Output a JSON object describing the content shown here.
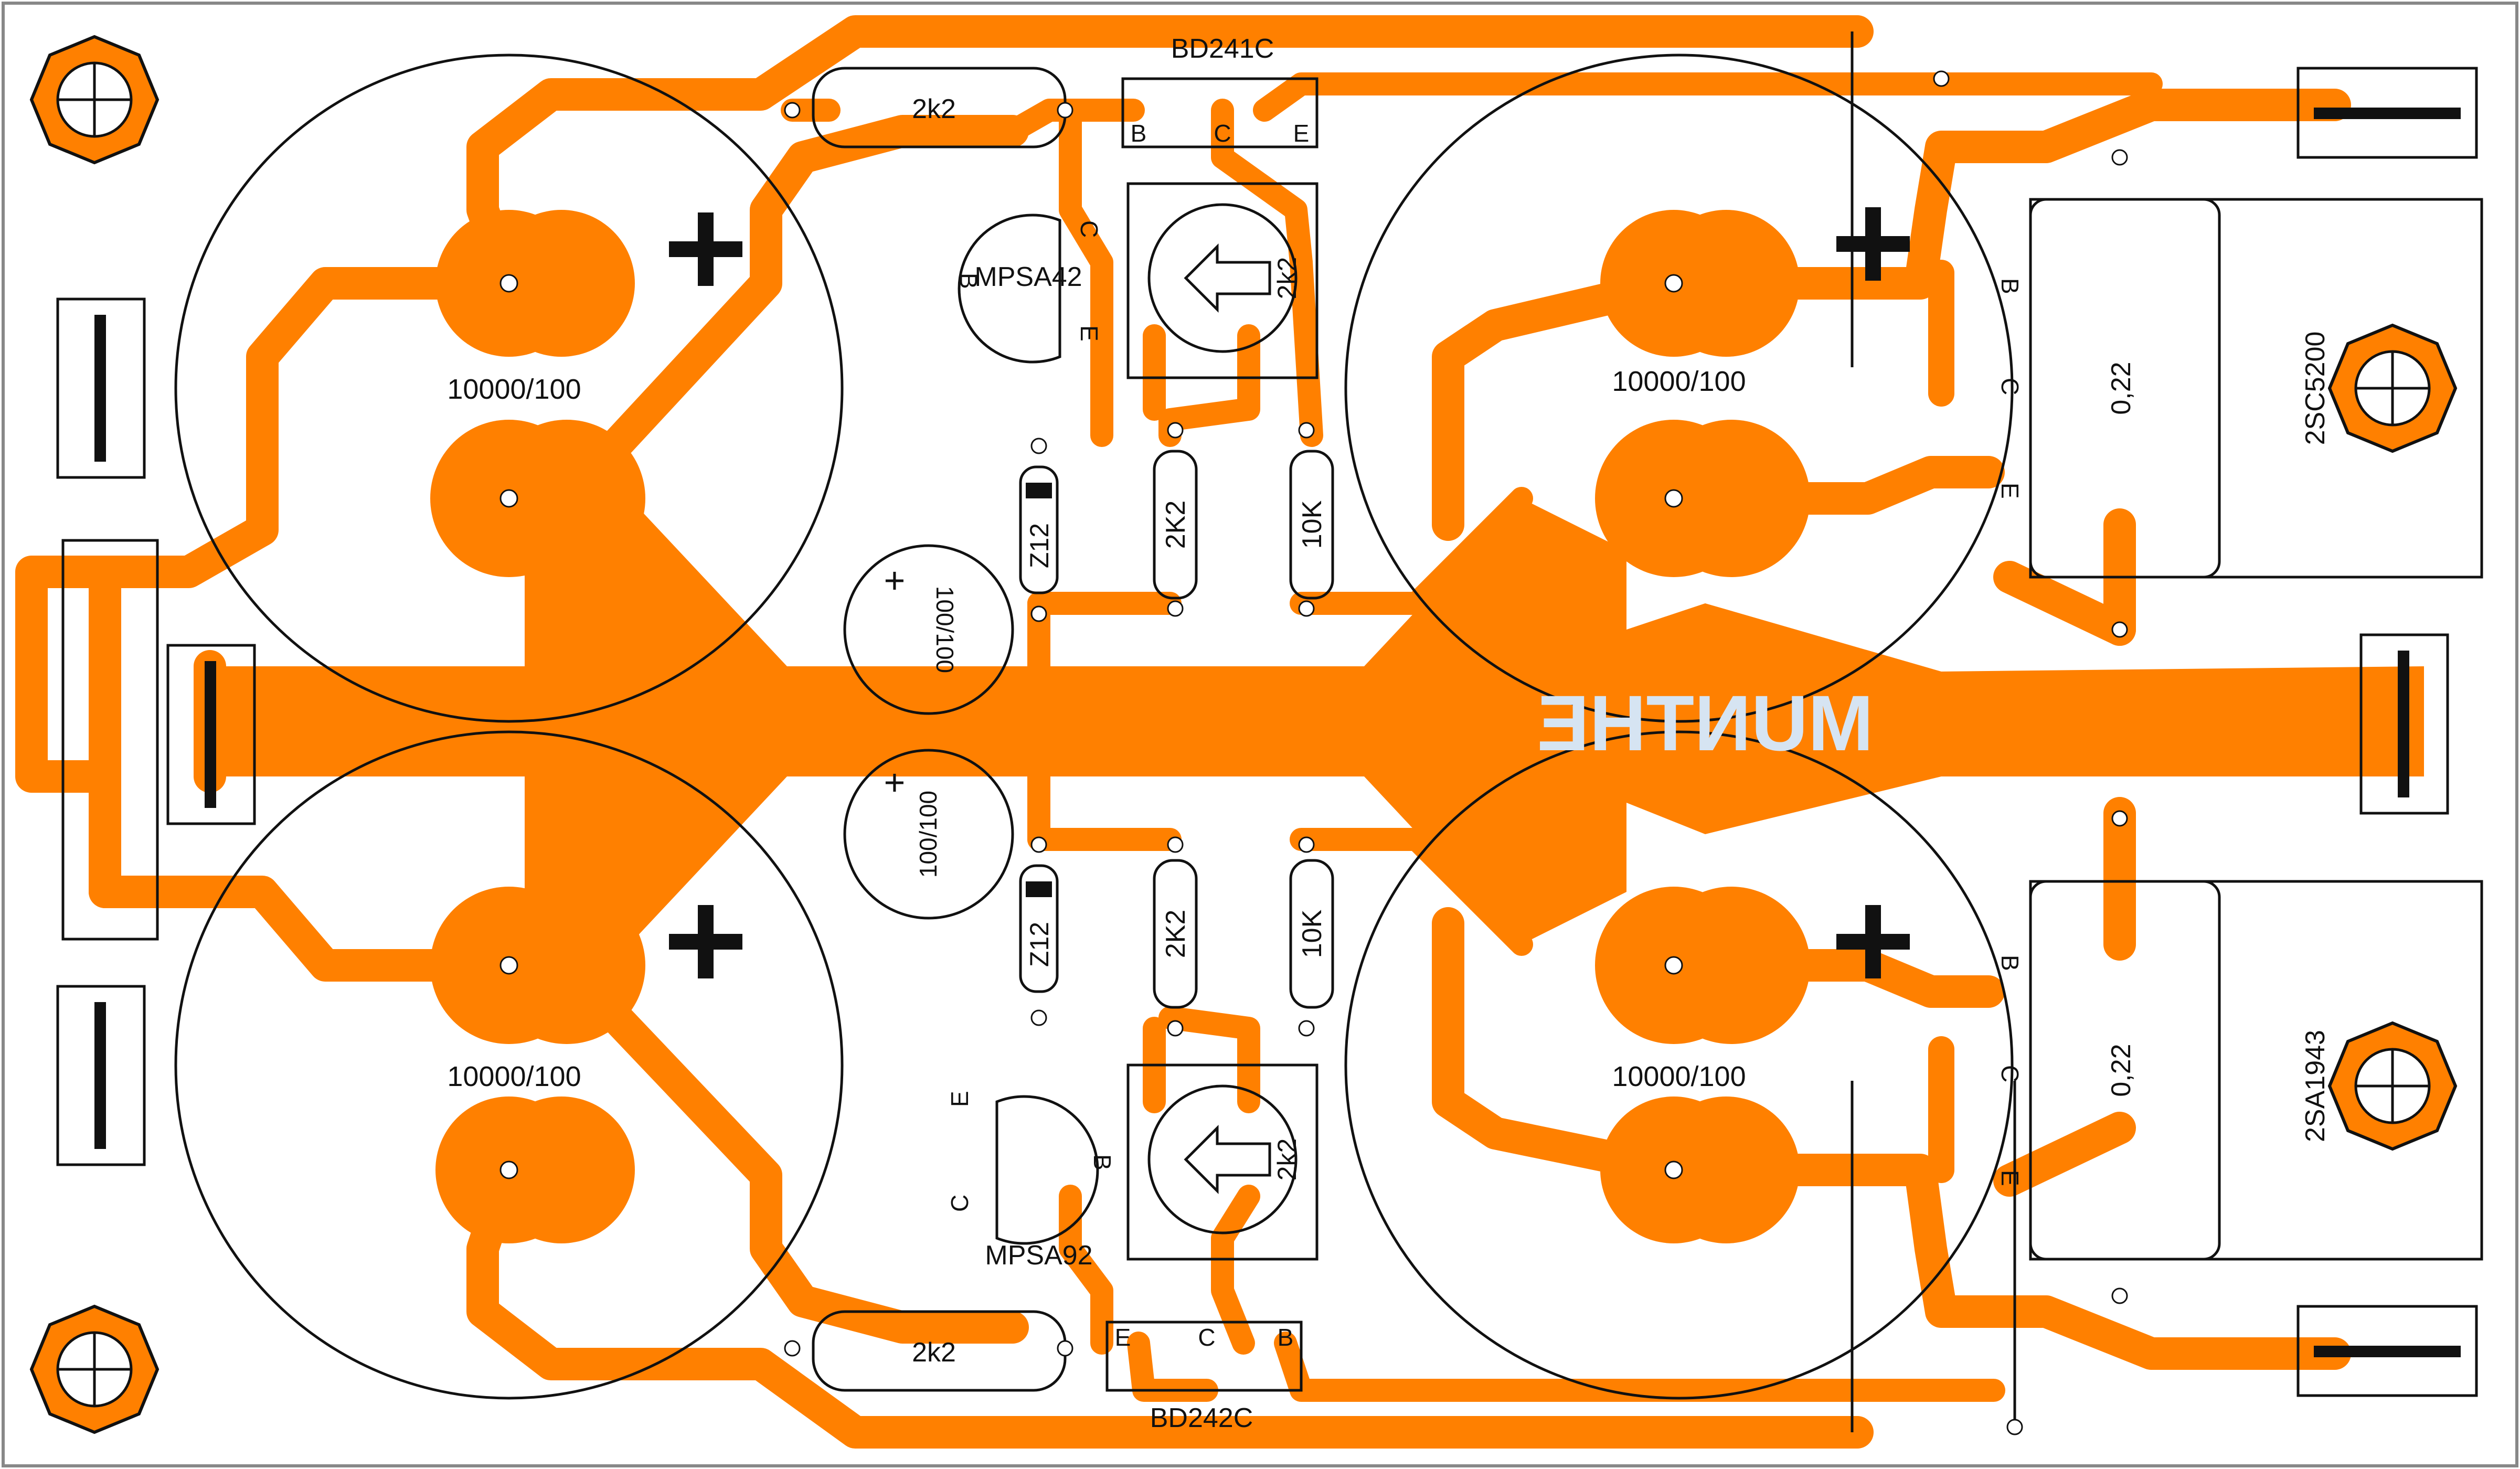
{
  "colors": {
    "copper": "#FF8000",
    "silk": "#111111",
    "board": "#FFFFFF",
    "watermark": "#D6E4F2",
    "hole": "#FFFFFF"
  },
  "capacitors_large": [
    {
      "value": "10000/100"
    },
    {
      "value": "10000/100"
    },
    {
      "value": "10000/100"
    },
    {
      "value": "10000/100"
    }
  ],
  "capacitors_small": [
    {
      "value": "100/100"
    },
    {
      "value": "100/100"
    }
  ],
  "polarity_symbol": "+",
  "resistors": [
    {
      "value": "2k2"
    },
    {
      "value": "2k2"
    },
    {
      "value": "2K2"
    },
    {
      "value": "2K2"
    },
    {
      "value": "10K"
    },
    {
      "value": "10K"
    }
  ],
  "zeners": [
    {
      "value": "Z12"
    },
    {
      "value": "Z12"
    }
  ],
  "trimmers": [
    {
      "value": "2k2"
    },
    {
      "value": "2k2"
    }
  ],
  "drivers": [
    {
      "part": "BD241C",
      "pins": [
        "B",
        "C",
        "E"
      ]
    },
    {
      "part": "BD242C",
      "pins": [
        "E",
        "C",
        "B"
      ]
    }
  ],
  "small_transistors": [
    {
      "part": "MPSA42",
      "pins": [
        "C",
        "B",
        "E"
      ]
    },
    {
      "part": "MPSA92",
      "pins": [
        "E",
        "B",
        "C"
      ]
    }
  ],
  "power_transistors": [
    {
      "part": "2SC5200",
      "pins": [
        "B",
        "C",
        "E"
      ]
    },
    {
      "part": "2SA1943",
      "pins": [
        "B",
        "C",
        "E"
      ]
    }
  ],
  "emitter_resistors": [
    {
      "value": "0,22"
    },
    {
      "value": "0,22"
    }
  ],
  "watermark": "MUNTHE"
}
